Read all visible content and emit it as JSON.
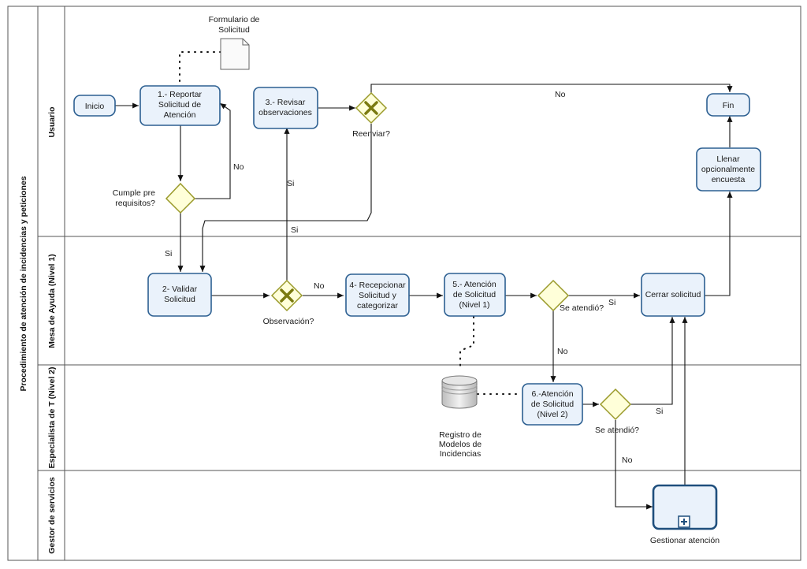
{
  "pool": {
    "title": "Procedimiento de atención de incidencias y peticiones"
  },
  "lanes": [
    {
      "id": "usuario",
      "label": "Usuario"
    },
    {
      "id": "mesa",
      "label": "Mesa de Ayuda (Nivel 1)"
    },
    {
      "id": "especialista",
      "label": "Especialista de T (Nivel 2)"
    },
    {
      "id": "gestor",
      "label": "Gestor de servicios"
    }
  ],
  "document": {
    "label_lines": [
      "Formulario de",
      "Solicitud"
    ]
  },
  "data_store": {
    "label_lines": [
      "Registro de",
      "Modelos de",
      "Incidencias"
    ]
  },
  "events": {
    "inicio": "Inicio",
    "fin": "Fin"
  },
  "tasks": {
    "reportar": [
      "1.- Reportar",
      "Solicitud de",
      "Atención"
    ],
    "revisar": [
      "3.- Revisar",
      "observaciones"
    ],
    "validar": [
      "2- Validar",
      "Solicitud"
    ],
    "recepcionar": [
      "4- Recepcionar",
      "Solicitud y",
      "categorizar"
    ],
    "atencion1": [
      "5.- Atención",
      "de Solicitud",
      "(Nivel 1)"
    ],
    "cerrar": [
      "Cerrar solicitud"
    ],
    "atencion2": [
      "6.-Atención",
      "de Solicitud",
      "(Nivel 2)"
    ],
    "encuesta": [
      "Llenar",
      "opcionalmente",
      "encuesta"
    ],
    "gestionar": "Gestionar atención"
  },
  "gateways": {
    "cumple": [
      "Cumple pre",
      "requisitos?"
    ],
    "reenviar": "Reenviar?",
    "observacion": "Observación?",
    "se_atendio_1": "Se atendió?",
    "se_atendio_2": "Se atendió?"
  },
  "flow_labels": {
    "no_reenviar": "No",
    "no_cumple": "No",
    "si_cumple": "Si",
    "si_observacion": "Si",
    "si_reenviar": "Si",
    "no_observacion": "No",
    "si_atendio_1": "Si",
    "no_atendio_1": "No",
    "si_atendio_2": "Si",
    "no_atendio_2": "No"
  },
  "colors": {
    "task_fill": "#eaf2fb",
    "task_stroke": "#2c5f91",
    "gateway_fill": "#ffffd9",
    "gateway_stroke": "#9a9a2a",
    "gateway_x": "#7a7a10"
  }
}
